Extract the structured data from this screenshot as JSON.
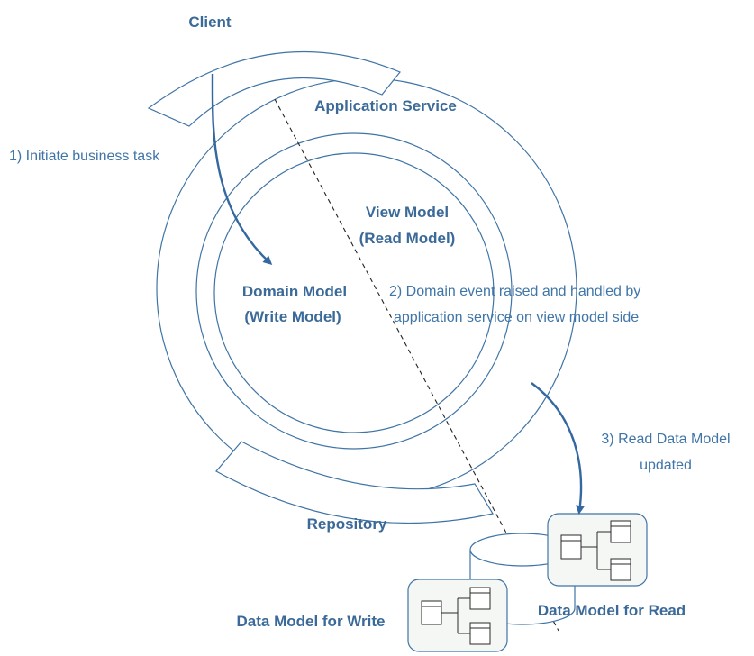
{
  "labels": {
    "client": "Client",
    "application_service": "Application Service",
    "view_model_line1": "View Model",
    "view_model_line2": "(Read Model)",
    "domain_model_line1": "Domain Model",
    "domain_model_line2": "(Write Model)",
    "repository": "Repository",
    "data_model_write": "Data Model for Write",
    "data_model_read": "Data Model for Read"
  },
  "steps": {
    "step1": "1) Initiate business task",
    "step2_line1": "2) Domain event raised and handled by",
    "step2_line2": "application service on view model side",
    "step3_line1": "3) Read Data Model",
    "step3_line2": "updated"
  },
  "colors": {
    "label_blue": "#3b6a99",
    "outline_blue": "#3f74a6",
    "arrow_blue": "#3468a0",
    "schema_box_fill": "#f4f7f4"
  }
}
